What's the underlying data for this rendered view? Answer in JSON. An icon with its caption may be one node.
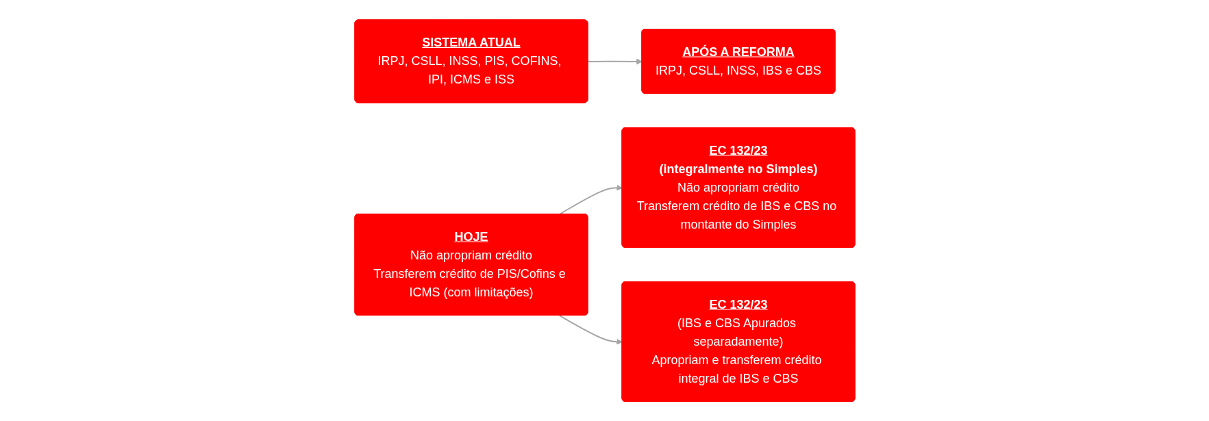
{
  "diagram": {
    "nodes": [
      {
        "text": [
          "SISTEMA ATUAL",
          "IRPJ, CSLL, INSS, PIS, COFINS, IPI, ICMS e ISS"
        ]
      },
      {
        "text": [
          "APÓS A REFORMA",
          "IRPJ, CSLL, INSS, IBS e CBS"
        ]
      },
      {
        "text": [
          "EC 132/23",
          "(integralmente no Simples)",
          "Não apropriam crédito",
          "Transferem crédito de IBS e CBS no montante do Simples"
        ]
      },
      {
        "text": [
          "HOJE",
          "Não apropriam crédito",
          "Transferem crédito de PIS/Cofins e ICMS (com limitações)"
        ]
      },
      {
        "text": [
          "EC 132/23",
          "(IBS e CBS Apurados separadamente)",
          "Apropriam e transferem crédito integral de IBS e CBS"
        ]
      }
    ],
    "edges": [
      {
        "from": 0,
        "to": 1,
        "arrow": "to"
      },
      {
        "from": 3,
        "to": 2,
        "arrow": "to"
      },
      {
        "from": 3,
        "to": 4,
        "arrow": "to"
      }
    ]
  }
}
